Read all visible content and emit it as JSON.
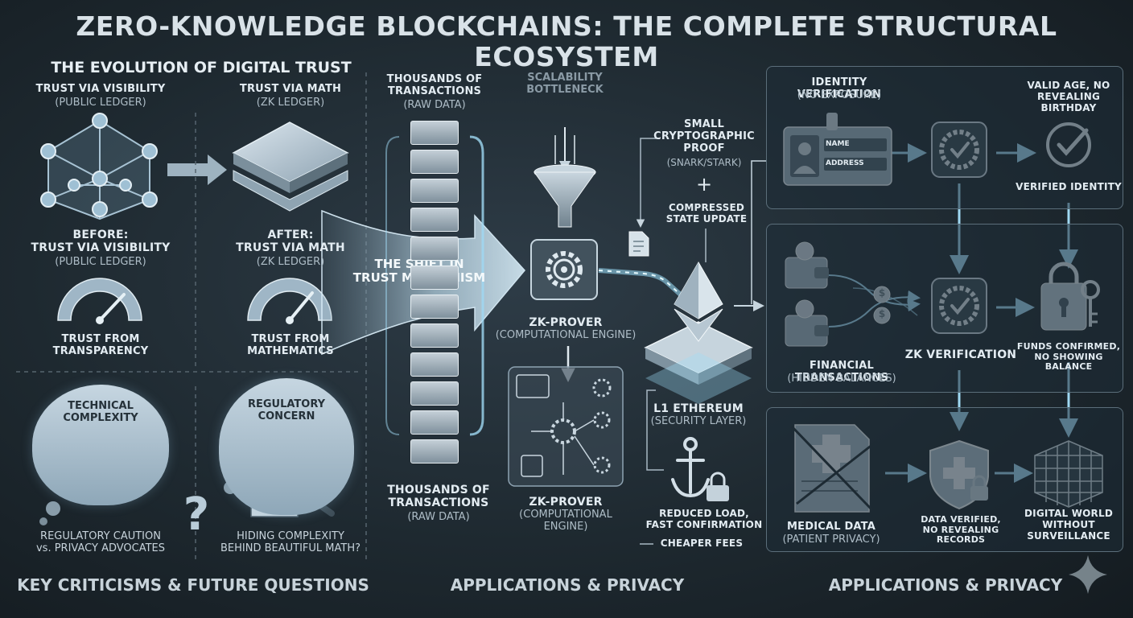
{
  "title": "ZERO-KNOWLEDGE BLOCKCHAINS: THE COMPLETE STRUCTURAL ECOSYSTEM",
  "left": {
    "heading": "THE EVOLUTION OF DIGITAL TRUST",
    "visibility_title": "TRUST VIA VISIBILITY",
    "visibility_sub": "(PUBLIC LEDGER)",
    "math_title": "TRUST VIA MATH",
    "math_sub": "(ZK LEDGER)",
    "before_title": "BEFORE:\nTRUST VIA VISIBILITY",
    "before_sub": "(PUBLIC LEDGER)",
    "after_title": "AFTER:\nTRUST VIA MATH",
    "after_sub": "(ZK LEDGER)",
    "gauge_left_label": "TRUST FROM\nTRANSPARENCY",
    "gauge_right_label": "TRUST FROM\nMATHEMATICS",
    "cloud_left": "TECHNICAL\nCOMPLEXITY",
    "cloud_right": "REGULATORY\nCONCERN",
    "caption_left": "REGULATORY CAUTION\nvs. PRIVACY ADVOCATES",
    "caption_right": "HIDING COMPLEXITY\nBEHIND BEAUTIFUL MATH?",
    "question_mark": "?",
    "footer": "KEY CRITICISMS & FUTURE QUESTIONS"
  },
  "center": {
    "shift_label": "THE SHIFT IN\nTRUST MECHANISM",
    "tx_top_title": "THOUSANDS OF\nTRANSACTIONS",
    "tx_top_sub": "(RAW DATA)",
    "tx_bottom_title": "THOUSANDS OF\nTRANSACTIONS",
    "tx_bottom_sub": "(RAW DATA)",
    "bottleneck": "SCALABILITY\nBOTTLENECK",
    "prover_title": "ZK-PROVER",
    "prover_sub": "(COMPUTATIONAL ENGINE)",
    "prover2_title": "ZK-PROVER",
    "prover2_sub": "(COMPUTATIONAL\nENGINE)",
    "proof_title": "SMALL\nCRYPTOGRAPHIC\nPROOF",
    "proof_sub": "(SNARK/STARK)",
    "plus": "+",
    "state_update": "COMPRESSED\nSTATE UPDATE",
    "l1_title": "L1 ETHEREUM",
    "l1_sub": "(SECURITY LAYER)",
    "reduced": "REDUCED LOAD,\nFAST CONFIRMATION",
    "fees": "CHEAPER FEES",
    "footer": "APPLICATIONS & PRIVACY"
  },
  "right": {
    "identity_title": "IDENTITY VERIFICATION",
    "identity_sub": "(NO EXPOSURE)",
    "card_name": "NAME",
    "card_address": "ADDRESS",
    "valid_age": "VALID AGE, NO\nREVEALING BIRTHDAY",
    "verified_identity": "VERIFIED IDENTITY",
    "zk_verification": "ZK VERIFICATION",
    "financial_title": "FINANCIAL TRANSACTIONS",
    "financial_sub": "(HIDDEN BALANCES)",
    "funds": "FUNDS CONFIRMED,\nNO SHOWING BALANCE",
    "medical_title": "MEDICAL DATA",
    "medical_sub": "(PATIENT PRIVACY)",
    "data_verified": "DATA VERIFIED,\nNO REVEALING RECORDS",
    "digital_world": "DIGITAL WORLD\nWITHOUT\nSURVEILLANCE",
    "coin_symbol": "$",
    "footer": "APPLICATIONS & PRIVACY"
  },
  "colors": {
    "accent": "#8fd4f2",
    "panel_border": "#5b6e7a",
    "text": "#e3ecf2",
    "muted": "#aebdc7"
  }
}
